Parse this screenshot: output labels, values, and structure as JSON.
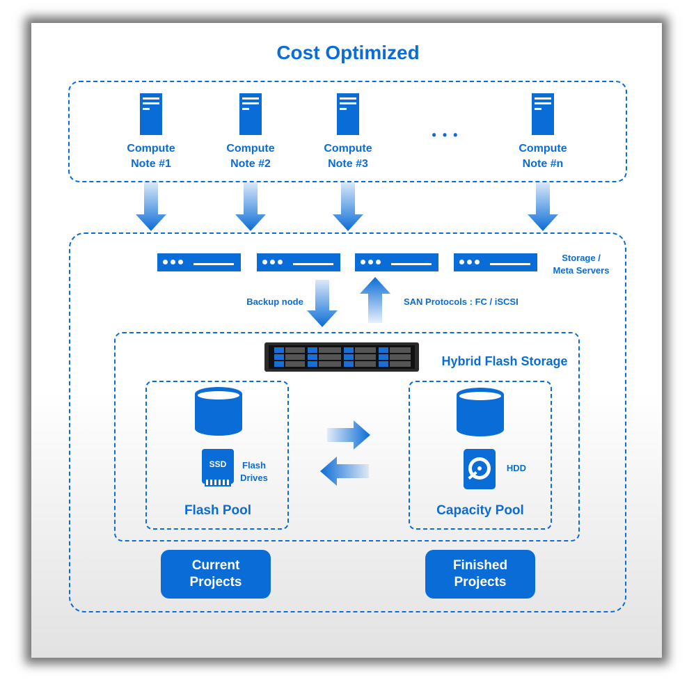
{
  "title": "Cost Optimized",
  "compute_nodes": [
    {
      "line1": "Compute",
      "line2": "Note #1"
    },
    {
      "line1": "Compute",
      "line2": "Note #2"
    },
    {
      "line1": "Compute",
      "line2": "Note #3"
    },
    {
      "line1": "Compute",
      "line2": "Note #n"
    }
  ],
  "ellipsis": "• • •",
  "storage_servers_label": {
    "line1": "Storage /",
    "line2": "Meta Servers"
  },
  "backup_node_label": "Backup node",
  "san_label": "SAN Protocols : FC / iSCSI",
  "hybrid_label": "Hybrid Flash Storage",
  "flash_pool": {
    "title": "Flash Pool",
    "ssd_text": "SSD",
    "drives_line1": "Flash",
    "drives_line2": "Drives"
  },
  "capacity_pool": {
    "title": "Capacity Pool",
    "hdd_text": "HDD"
  },
  "projects": {
    "current": {
      "line1": "Current",
      "line2": "Projects"
    },
    "finished": {
      "line1": "Finished",
      "line2": "Projects"
    }
  },
  "colors": {
    "accent": "#0a6cd6"
  },
  "icons": [
    "server-tower-icon",
    "rack-server-icon",
    "storage-array-icon",
    "database-icon",
    "ssd-icon",
    "hdd-icon",
    "arrow-down-icon",
    "arrow-up-icon",
    "arrow-right-icon",
    "arrow-left-icon"
  ]
}
